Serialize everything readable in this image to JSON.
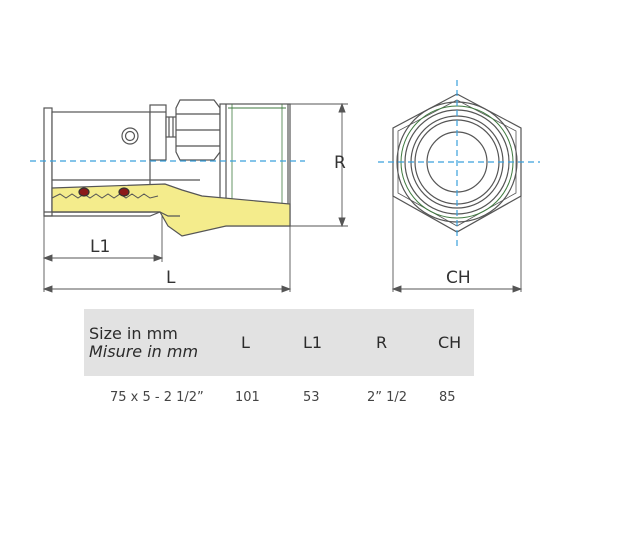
{
  "dimension_labels": {
    "length": "L",
    "length_insert": "L1",
    "thread": "R",
    "hex": "CH"
  },
  "table": {
    "headers": {
      "size_en": "Size in mm",
      "size_it": "Misure in mm",
      "L": "L",
      "L1": "L1",
      "R": "R",
      "CH": "CH"
    },
    "rows": [
      {
        "size": "75 x 5 - 2 1/2”",
        "L": "101",
        "L1": "53",
        "R": "2” 1/2",
        "CH": "85"
      }
    ]
  },
  "colors": {
    "line": "#555555",
    "axis": "#3aa0dc",
    "brass": "#f4ec8c",
    "seal": "#8b1a1a",
    "thread_green": "#3f7a3f",
    "table_header_bg": "#e2e2e2"
  }
}
